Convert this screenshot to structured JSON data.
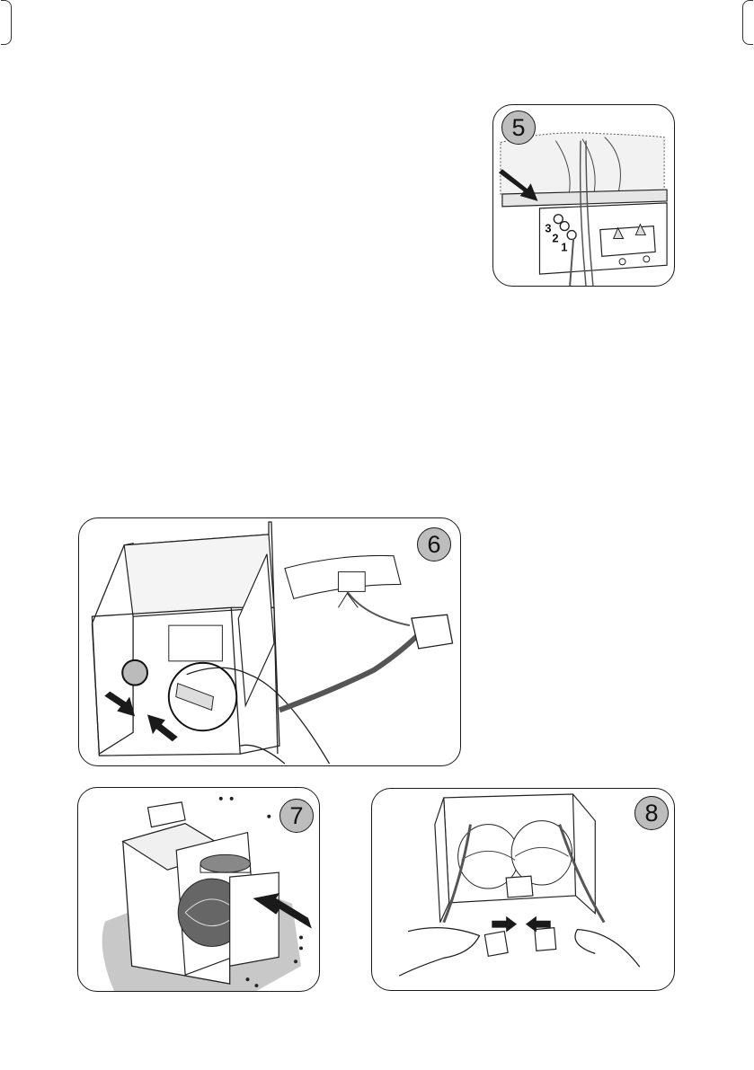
{
  "figures": [
    {
      "number": "5",
      "callouts": [
        "3",
        "2",
        "1"
      ]
    },
    {
      "number": "6"
    },
    {
      "number": "7"
    },
    {
      "number": "8"
    }
  ],
  "colors": {
    "badge_fill": "#bdbdbd",
    "outline": "#1a1a1a",
    "shadow": "#c8c8c8",
    "arrow": "#1a1a1a"
  }
}
